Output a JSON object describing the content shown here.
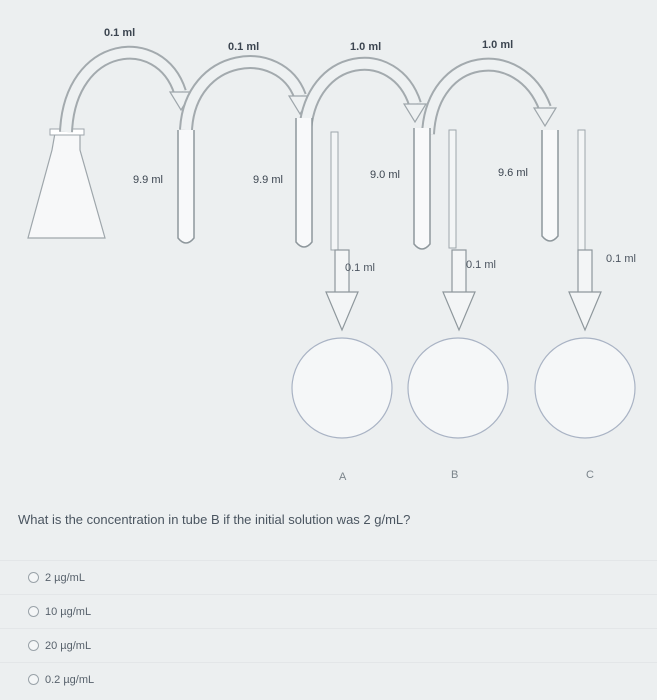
{
  "diagram": {
    "transfer_labels": [
      "0.1 ml",
      "0.1 ml",
      "1.0 ml",
      "1.0 ml"
    ],
    "tube_volumes": [
      "9.9 ml",
      "9.9 ml",
      "9.0 ml",
      "9.6 ml"
    ],
    "plate_transfer_labels": [
      "0.1 ml",
      "0.1 ml",
      "0.1 ml"
    ],
    "plate_labels": [
      "A",
      "B",
      "C"
    ]
  },
  "question": {
    "text": "What is the concentration in tube B if the initial solution was 2 g/mL?"
  },
  "options": [
    {
      "label": "2 µg/mL"
    },
    {
      "label": "10 µg/mL"
    },
    {
      "label": "20 µg/mL"
    },
    {
      "label": "0.2 µg/mL"
    }
  ]
}
